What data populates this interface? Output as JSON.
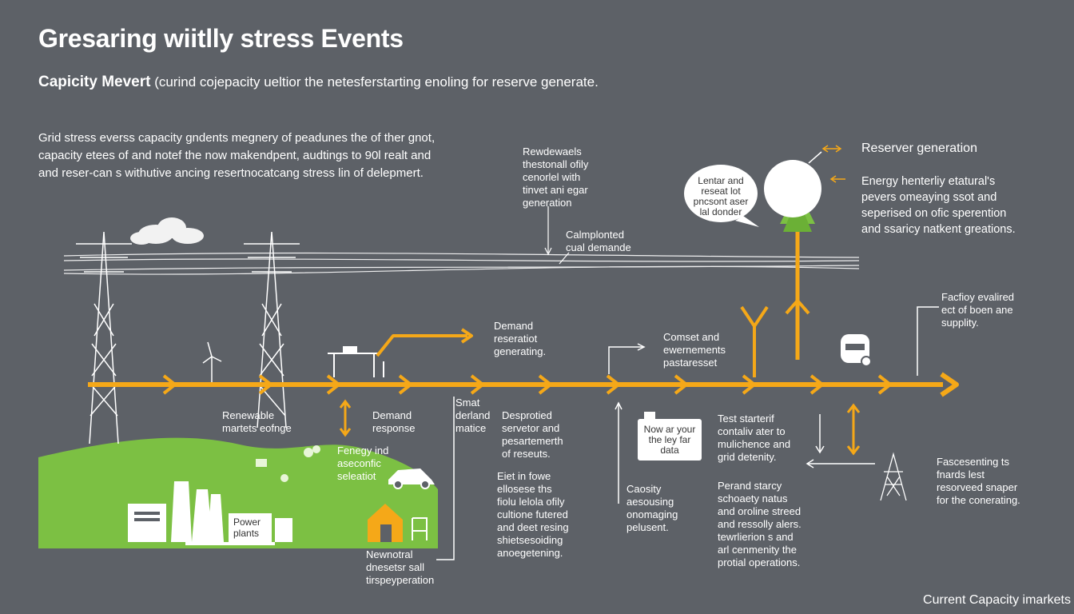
{
  "title": "Gresaring  wiitlly stress Events",
  "subtitle": {
    "lead": "Capicity Mevert",
    "rest": "(curind cojepacity ueltior the netesferstarting enoling for reserve generate."
  },
  "intro_lines": [
    "Grid stress everss capacity gndents megnery of peadunes the of ther gnot,",
    "capacity etees of and notef the now makendpent, audtings to 90l realt and",
    "and reser-can s withutive ancing resertnocatcang stress lin of delepmert."
  ],
  "right_panel": {
    "heading": "Reserver generation",
    "body": [
      "Energy henterliy etatural's",
      "pevers omeaying ssot and",
      "seperised on ofic sperention",
      "and ssaricy natkent greations."
    ]
  },
  "labels": {
    "renewable_top": [
      "Rewdewaels",
      "thestonall ofily",
      "cenorlel with",
      "tinvet ani egar",
      "generation"
    ],
    "calmploted": [
      "Calmplonted",
      "cual demande"
    ],
    "bubble": [
      "Lentar and",
      "reseat lot",
      "pncsont aser",
      "lal donder"
    ],
    "demand_top": [
      "Demand",
      "reseratiot",
      "generating."
    ],
    "comset": [
      "Comset and",
      "ewernements",
      "pastaresset"
    ],
    "factory": [
      "Facfioy evalired",
      "ect of boen ane",
      "supplity."
    ],
    "renewable_market": [
      "Renewable",
      "martets eofnge"
    ],
    "demand_response": [
      "Demand",
      "response"
    ],
    "smart_demand": [
      "Smat",
      "derland",
      "matice"
    ],
    "desprated": [
      "Desprotied",
      "servetor and",
      "pesartemerth",
      "of reseuts."
    ],
    "now_box": [
      "Now ar your",
      "the ley far",
      "data"
    ],
    "test": [
      "Test starterif",
      "contaliv ater to",
      "mulichence and",
      "grid detenity."
    ],
    "fascsesenting": [
      "Fascesenting ts",
      "fnards lest",
      "resorveed snaper",
      "for the conerating."
    ],
    "energy_end": [
      "Fenegy ind",
      "aseconfic",
      "seleatiot"
    ],
    "power_plants": [
      "Power",
      "plants"
    ],
    "eiet": [
      "Eiet  in  fowe",
      "ellosese ths",
      "fiolu lelola ofily",
      "cultione futered",
      "and deet resing",
      "shietsesoiding",
      "anoegetening."
    ],
    "capacity_assess": [
      "Caosity",
      "aesousing",
      "onomaging",
      "pelusent."
    ],
    "perand": [
      "Perand starcy",
      "schoaety natus",
      "and oroline streed",
      "and ressolly alers.",
      "tewrlierion s and",
      "arl cenmenity the",
      "protial operations."
    ],
    "newnotral": [
      "Newnotral",
      "dnesetsr sall",
      "tirspeyperation"
    ]
  },
  "footer": "Current Capacity imarkets",
  "colors": {
    "background": "#5d6167",
    "accent": "#f5a818",
    "land": "#7cc043",
    "line": "#ffffff"
  },
  "icons": [
    "transmission-tower-icon",
    "cloud-icon",
    "wind-turbine-icon",
    "power-plant-icon",
    "house-icon",
    "car-icon",
    "tree-icon",
    "speech-bubble-icon",
    "smart-meter-icon",
    "antenna-icon"
  ]
}
